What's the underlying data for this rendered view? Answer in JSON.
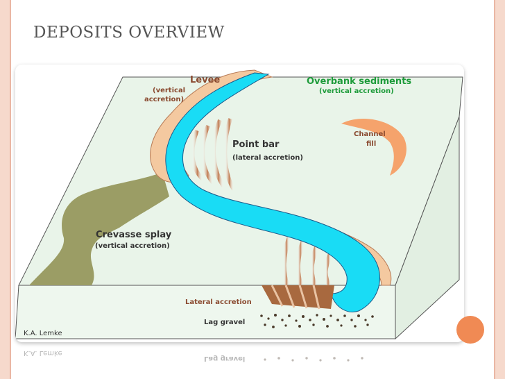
{
  "slide": {
    "title": "DEPOSITS OVERVIEW"
  },
  "diagram": {
    "labels": {
      "levee": "Levee",
      "levee_sub_1": "(vertical",
      "levee_sub_2": "accretion)",
      "overbank": "Overbank sediments",
      "overbank_sub": "(vertical accretion)",
      "channel_fill_1": "Channel",
      "channel_fill_2": "fill",
      "point_bar": "Point bar",
      "point_bar_sub": "(lateral accretion)",
      "crevasse": "Crevasse splay",
      "crevasse_sub": "(vertical accretion)",
      "lateral_accretion": "Lateral accretion",
      "lag_gravel": "Lag gravel",
      "credit": "K.A. Lemke",
      "reflection_credit": "K.A. Lemke",
      "reflection_lag": "Lag gravel"
    },
    "colors": {
      "floodplain": "#e8f3e8",
      "channel": "#19dcf5",
      "levee": "#f4c9a0",
      "crevasse": "#9b9d65",
      "point_bar": "#b46f45",
      "channel_fill": "#f5a36c",
      "overbank_text": "#1d9b3a",
      "label_text": "#8a4a30",
      "dark_text": "#333333"
    }
  }
}
